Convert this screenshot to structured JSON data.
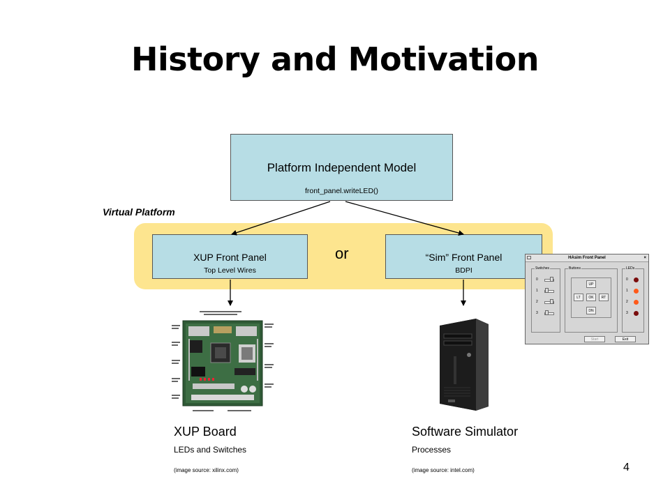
{
  "slide": {
    "title": "History and Motivation",
    "page_number": "4"
  },
  "diagram": {
    "top_box": {
      "title": "Platform Independent Model",
      "sub": "front_panel.writeLED()"
    },
    "virtual_platform_label": "Virtual Platform",
    "or_label": "or",
    "left_box": {
      "title": "XUP Front Panel",
      "sub": "Top Level Wires"
    },
    "right_box": {
      "title": "“Sim” Front Panel",
      "sub": "BDPI"
    },
    "band_color": "#fde58f",
    "box_color": "#b7dde5"
  },
  "xup": {
    "title": "XUP Board",
    "sub": "LEDs and Switches",
    "source": "(image source: xilinx.com)"
  },
  "sim": {
    "title": "Software Simulator",
    "sub": "Processes",
    "source": "(image source: intel.com)"
  },
  "hasim": {
    "window_title": "HAsim Front Panel",
    "close_glyph": "×",
    "switches_label": "Switches",
    "buttons_label": "Buttons",
    "leds_label": "LEDs",
    "indices": [
      "0",
      "1",
      "2",
      "3"
    ],
    "btn_up": "UP",
    "btn_lt": "LT",
    "btn_ok": "OK",
    "btn_rt": "RT",
    "btn_dn": "DN",
    "btn_start": "Start",
    "btn_exit": "Exit",
    "led_colors": [
      "#7a0d0d",
      "#ff5a1a",
      "#ff5a1a",
      "#7a0d0d"
    ]
  }
}
